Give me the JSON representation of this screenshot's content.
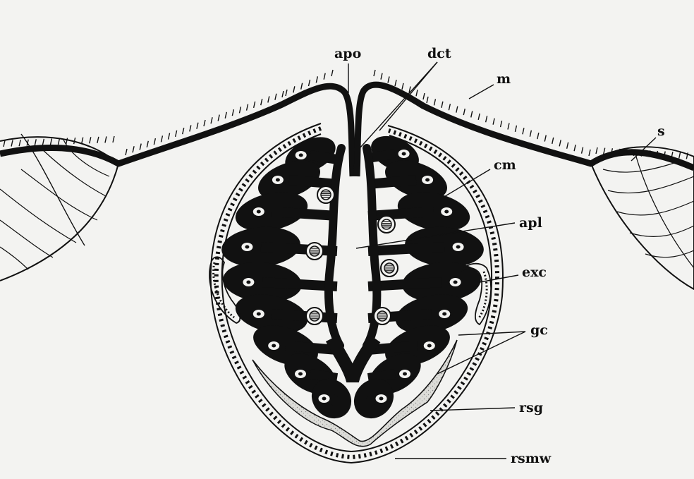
{
  "diagram": {
    "labels": {
      "apo": "apo",
      "dct": "dct",
      "m": "m",
      "s": "s",
      "cm": "cm",
      "apl": "apl",
      "exc": "exc",
      "gc": "gc",
      "rsg": "rsg",
      "rsmw": "rsmw"
    },
    "colors": {
      "background": "#f3f3f1",
      "ink": "#111111",
      "secretory_fill": "#d9d9d6"
    }
  }
}
